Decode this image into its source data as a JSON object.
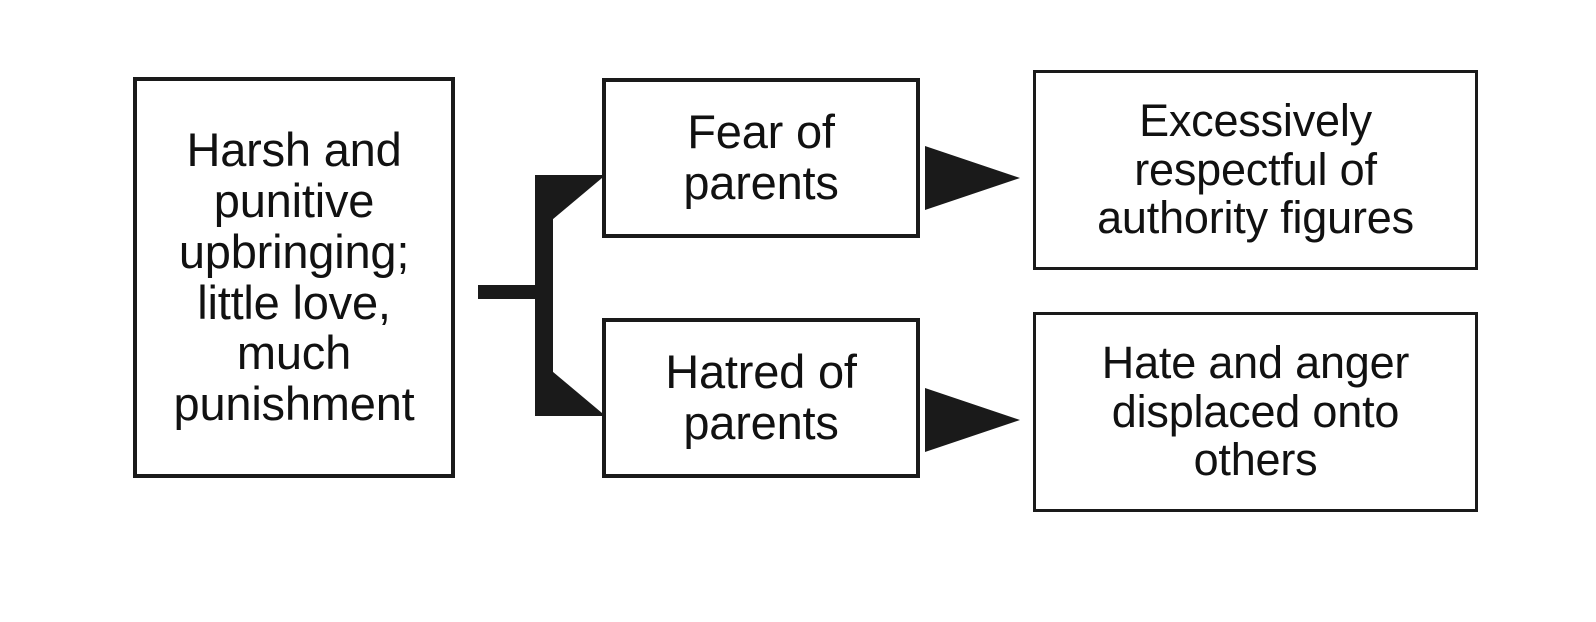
{
  "diagram": {
    "title": "Harsh upbringing consequences flow diagram",
    "ink_color": "#1a1a1a",
    "background_color": "#ffffff",
    "nodes": [
      {
        "id": "cause",
        "name": "harsh-upbringing-box",
        "text": "Harsh and\npunitive\nupbringing;\nlittle love,\nmuch\npunishment",
        "column": 1
      },
      {
        "id": "fear",
        "name": "fear-of-parents-box",
        "text": "Fear of\nparents",
        "column": 2
      },
      {
        "id": "hatred",
        "name": "hatred-of-parents-box",
        "text": "Hatred of\nparents",
        "column": 2
      },
      {
        "id": "respect",
        "name": "excessively-respectful-box",
        "text": "Excessively\nrespectful of\nauthority figures",
        "column": 3
      },
      {
        "id": "displace",
        "name": "hate-displaced-box",
        "text": "Hate and anger\ndisplaced onto\nothers",
        "column": 3
      }
    ],
    "connectors": [
      {
        "id": "branch",
        "name": "branching-arrow-connector",
        "from": "cause",
        "to": [
          "fear",
          "hatred"
        ],
        "style": "split-arrow"
      },
      {
        "id": "fear-to-respect",
        "name": "arrow-fear-to-respect",
        "from": "fear",
        "to": "respect",
        "style": "solid-triangle"
      },
      {
        "id": "hatred-to-displace",
        "name": "arrow-hatred-to-displace",
        "from": "hatred",
        "to": "displace",
        "style": "solid-triangle"
      }
    ]
  }
}
